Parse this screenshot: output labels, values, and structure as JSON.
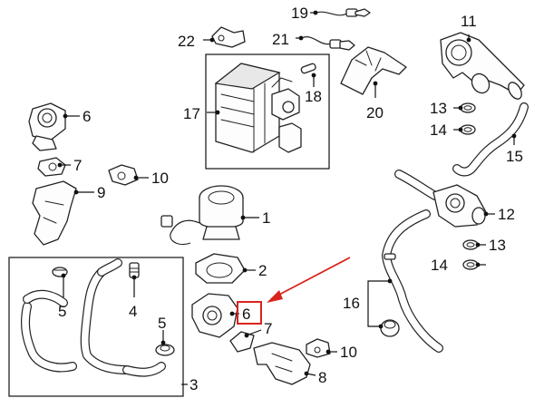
{
  "callouts": {
    "c1": "1",
    "c2": "2",
    "c3": "3",
    "c4": "4",
    "c5a": "5",
    "c5b": "5",
    "c6a": "6",
    "c6b": "6",
    "c7a": "7",
    "c7b": "7",
    "c8": "8",
    "c9": "9",
    "c10a": "10",
    "c10b": "10",
    "c11": "11",
    "c12": "12",
    "c13a": "13",
    "c13b": "13",
    "c14a": "14",
    "c14b": "14",
    "c15": "15",
    "c16": "16",
    "c17": "17",
    "c18": "18",
    "c19": "19",
    "c20": "20",
    "c21": "21",
    "c22": "22"
  },
  "colors": {
    "highlight": "#d9241c",
    "ink": "#111111"
  }
}
